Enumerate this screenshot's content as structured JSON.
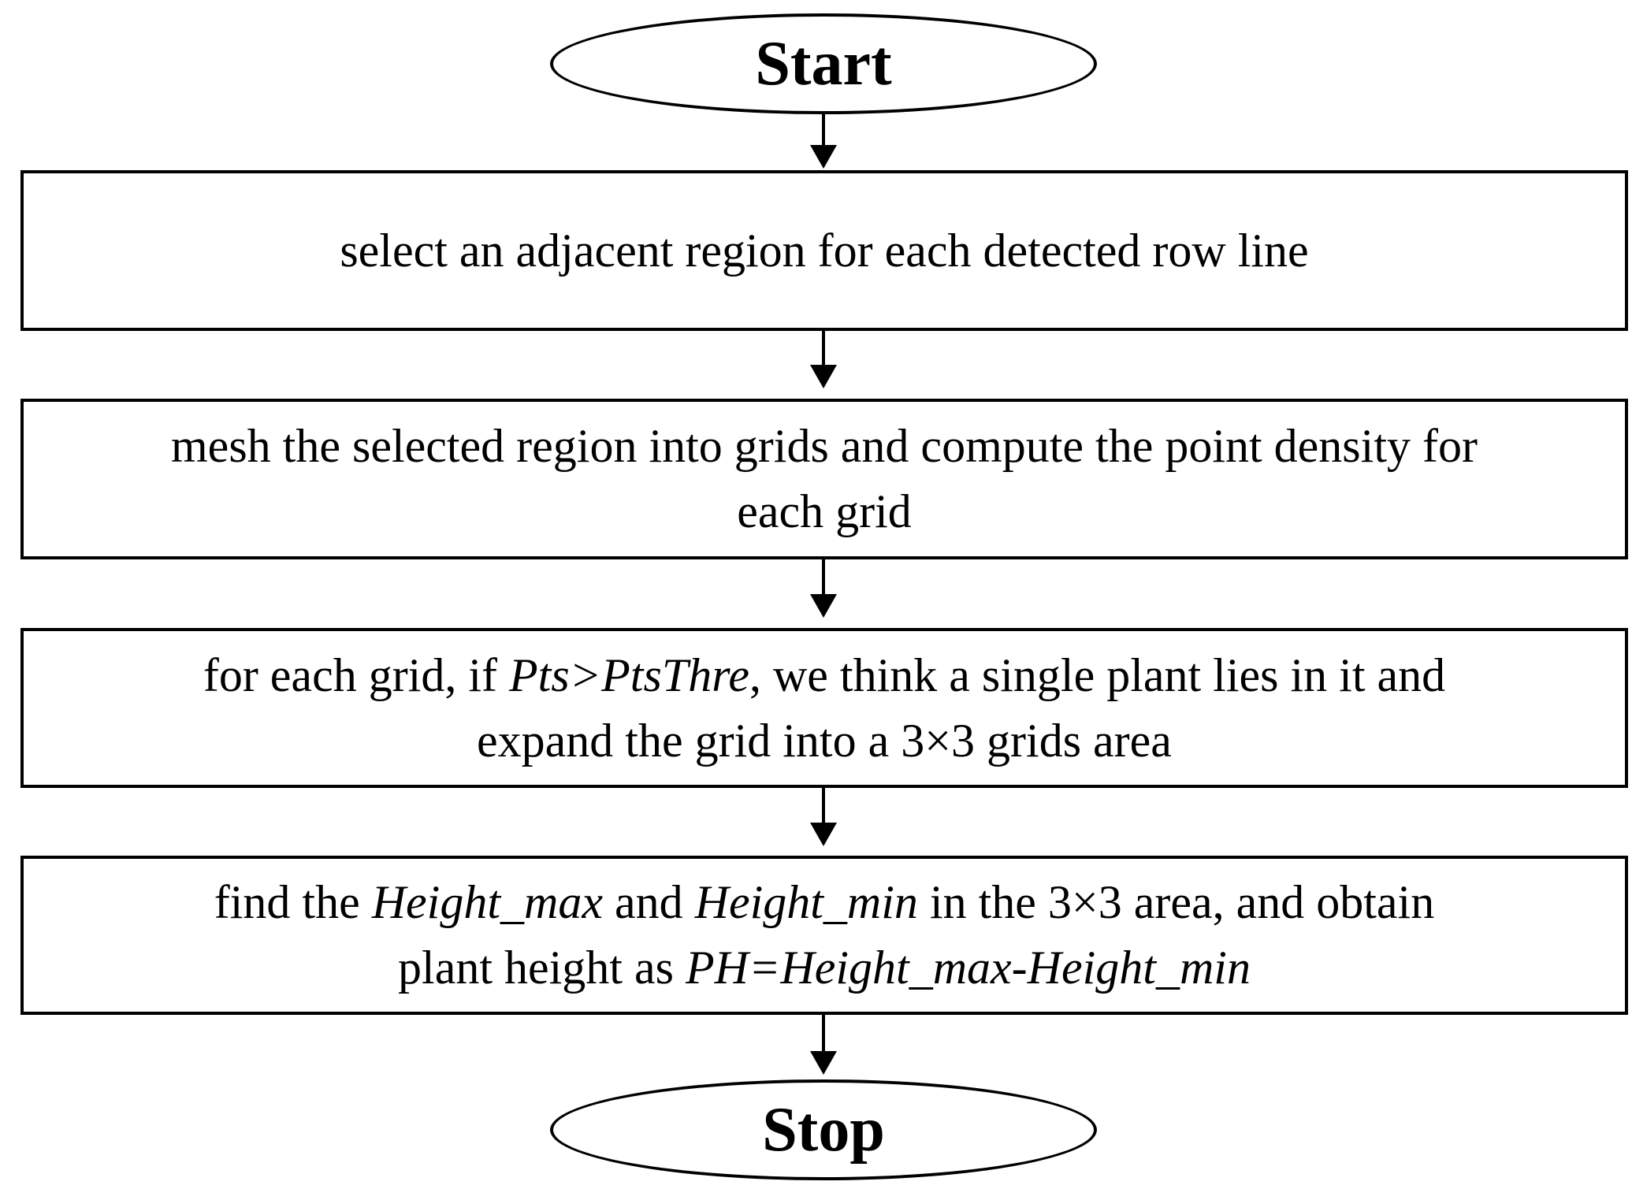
{
  "nodes": {
    "start": {
      "label": "Start"
    },
    "step1": {
      "line1": "select an adjacent region for each detected row line"
    },
    "step2": {
      "line1": "mesh the selected region into grids and compute the point density for",
      "line2": "each grid"
    },
    "step3": {
      "l1_pre": "for each grid, if ",
      "l1_var": "Pts>PtsThre",
      "l1_post": ", we think a single plant lies in it and",
      "line2": "expand the grid into a 3×3 grids area"
    },
    "step4": {
      "l1_a": "find the ",
      "l1_var1": "Height_max",
      "l1_b": " and ",
      "l1_var2": "Height_min",
      "l1_c": " in the 3×3 area, and obtain",
      "l2_a": "plant height as ",
      "l2_var": "PH=Height_max-Height_min"
    },
    "stop": {
      "label": "Stop"
    }
  }
}
